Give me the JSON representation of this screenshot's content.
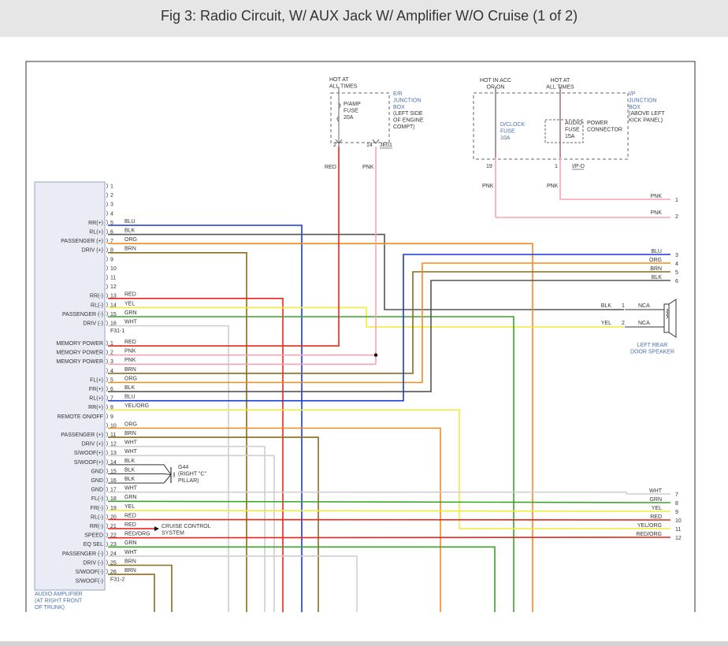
{
  "title": "Fig 3: Radio Circuit, W/ AUX Jack W/ Amplifier W/O Cruise (1 of 2)",
  "colors": {
    "RED": "#e8261e",
    "PNK": "#f7a3b4",
    "BLU": "#1a37d6",
    "BLK": "#555555",
    "ORG": "#f08c1e",
    "BRN": "#8a6a1e",
    "YEL": "#f2e93a",
    "GRN": "#3aa52a",
    "WHT": "#cfcfcf",
    "YEL/ORG": "#f2e93a",
    "RED/ORG": "#e8261e"
  },
  "er_box": {
    "hot": [
      "HOT AT",
      "ALL TIMES"
    ],
    "fuse": [
      "P/AMP",
      "FUSE",
      "20A"
    ],
    "name": [
      "E/R",
      "JUNCTION",
      "BOX"
    ],
    "loc": [
      "(LEFT SIDE",
      "OF ENGINE",
      "COMPT)"
    ],
    "pins": [
      "2",
      "14"
    ],
    "conn": "JE01",
    "wires": [
      "RED",
      "PNK"
    ]
  },
  "ip_box": {
    "hot_acc": [
      "HOT IN ACC",
      "OR ON"
    ],
    "hot_all": [
      "HOT AT",
      "ALL TIMES"
    ],
    "fuse1": [
      "D/CLOCK",
      "FUSE",
      "10A"
    ],
    "fuse2": [
      "AUDIO",
      "FUSE",
      "15A"
    ],
    "pc": [
      "POWER",
      "CONNECTOR"
    ],
    "name": [
      "I/P",
      "JUNCTION",
      "BOX"
    ],
    "loc": [
      "(ABOVE LEFT",
      "KICK PANEL)"
    ],
    "pins": [
      "19",
      "1"
    ],
    "conn": "I/P-D",
    "wires": [
      "PNK",
      "PNK"
    ]
  },
  "amp": {
    "label": [
      "AUDIO AMPLIFIER",
      "(AT RIGHT FRONT",
      "OF TRUNK)"
    ],
    "conn1": "F31-1",
    "conn2": "F31-2"
  },
  "rows1": [
    {
      "pin": "1",
      "term": "",
      "wire": ""
    },
    {
      "pin": "2",
      "term": "",
      "wire": ""
    },
    {
      "pin": "3",
      "term": "",
      "wire": ""
    },
    {
      "pin": "4",
      "term": "",
      "wire": ""
    },
    {
      "pin": "5",
      "term": "RR(+)",
      "wire": "BLU"
    },
    {
      "pin": "6",
      "term": "RL(+)",
      "wire": "BLK"
    },
    {
      "pin": "7",
      "term": "PASSENGER (+)",
      "wire": "ORG"
    },
    {
      "pin": "8",
      "term": "DRIV (+)",
      "wire": "BRN"
    },
    {
      "pin": "9",
      "term": "",
      "wire": ""
    },
    {
      "pin": "10",
      "term": "",
      "wire": ""
    },
    {
      "pin": "11",
      "term": "",
      "wire": ""
    },
    {
      "pin": "12",
      "term": "",
      "wire": ""
    },
    {
      "pin": "13",
      "term": "RR(-)",
      "wire": "RED"
    },
    {
      "pin": "14",
      "term": "RL(-)",
      "wire": "YEL"
    },
    {
      "pin": "15",
      "term": "PASSENGER (-)",
      "wire": "GRN"
    },
    {
      "pin": "16",
      "term": "DRIV (-)",
      "wire": "WHT"
    }
  ],
  "rows2": [
    {
      "pin": "1",
      "term": "MEMORY POWER",
      "wire": "RED"
    },
    {
      "pin": "2",
      "term": "MEMORY POWER",
      "wire": "PNK"
    },
    {
      "pin": "3",
      "term": "MEMORY POWER",
      "wire": "PNK"
    },
    {
      "pin": "4",
      "term": "",
      "wire": "BRN"
    },
    {
      "pin": "5",
      "term": "FL(+)",
      "wire": "ORG"
    },
    {
      "pin": "6",
      "term": "FR(+)",
      "wire": "BLK"
    },
    {
      "pin": "7",
      "term": "RL(+)",
      "wire": "BLU"
    },
    {
      "pin": "8",
      "term": "RR(+)",
      "wire": "YEL/ORG"
    },
    {
      "pin": "9",
      "term": "REMOTE ON/OFF",
      "wire": ""
    },
    {
      "pin": "10",
      "term": "",
      "wire": "ORG"
    },
    {
      "pin": "11",
      "term": "PASSENGER (+)",
      "wire": "BRN"
    },
    {
      "pin": "12",
      "term": "DRIV (+)",
      "wire": "WHT"
    },
    {
      "pin": "13",
      "term": "S/WOOF(+)",
      "wire": "WHT"
    },
    {
      "pin": "14",
      "term": "S/WOOF(+)",
      "wire": "BLK"
    },
    {
      "pin": "15",
      "term": "GND",
      "wire": "BLK"
    },
    {
      "pin": "16",
      "term": "GND",
      "wire": "BLK"
    },
    {
      "pin": "17",
      "term": "GND",
      "wire": "WHT"
    },
    {
      "pin": "18",
      "term": "FL(-)",
      "wire": "GRN"
    },
    {
      "pin": "19",
      "term": "FR(-)",
      "wire": "YEL"
    },
    {
      "pin": "20",
      "term": "RL(-)",
      "wire": "RED"
    },
    {
      "pin": "21",
      "term": "RR(-)",
      "wire": "RED"
    },
    {
      "pin": "22",
      "term": "SPEED",
      "wire": "RED/ORG"
    },
    {
      "pin": "23",
      "term": "EQ SEL",
      "wire": "GRN"
    },
    {
      "pin": "24",
      "term": "PASSENGER (-)",
      "wire": "WHT"
    },
    {
      "pin": "25",
      "term": "DRIV (-)",
      "wire": "BRN"
    },
    {
      "pin": "26",
      "term": "S/WOOF(-)",
      "wire": "BRN"
    }
  ],
  "extra_term": "S/WOOF(-)",
  "g44": [
    "G44",
    "(RIGHT \"C\"",
    "PILLAR)"
  ],
  "cruise": [
    "CRUISE CONTROL",
    "SYSTEM"
  ],
  "speaker": {
    "label": [
      "LEFT REAR",
      "DOOR SPEAKER"
    ],
    "pins": [
      "1",
      "2"
    ],
    "nca": [
      "NCA",
      "NCA"
    ],
    "wires": [
      "BLK",
      "YEL"
    ]
  },
  "right_refs": [
    {
      "wire": "PNK",
      "num": "1"
    },
    {
      "wire": "PNK",
      "num": "2"
    },
    {
      "wire": "BLU",
      "num": "3"
    },
    {
      "wire": "ORG",
      "num": "4"
    },
    {
      "wire": "BRN",
      "num": "5"
    },
    {
      "wire": "BLK",
      "num": "6"
    },
    {
      "wire": "WHT",
      "num": "7"
    },
    {
      "wire": "GRN",
      "num": "8"
    },
    {
      "wire": "YEL",
      "num": "9"
    },
    {
      "wire": "RED",
      "num": "10"
    },
    {
      "wire": "YEL/ORG",
      "num": "11"
    },
    {
      "wire": "RED/ORG",
      "num": "12"
    }
  ]
}
